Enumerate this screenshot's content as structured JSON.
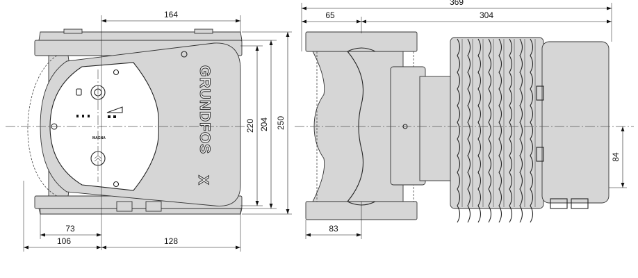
{
  "drawing": {
    "brand_logo": "GRUNDFOS",
    "logo_mark": "X",
    "control_label": "MAGNA"
  },
  "dimensions": {
    "d164": "164",
    "d369": "369",
    "d65": "65",
    "d304": "304",
    "d220": "220",
    "d204": "204",
    "d250": "250",
    "d84": "84",
    "d73": "73",
    "d106": "106",
    "d128": "128",
    "d83": "83"
  }
}
